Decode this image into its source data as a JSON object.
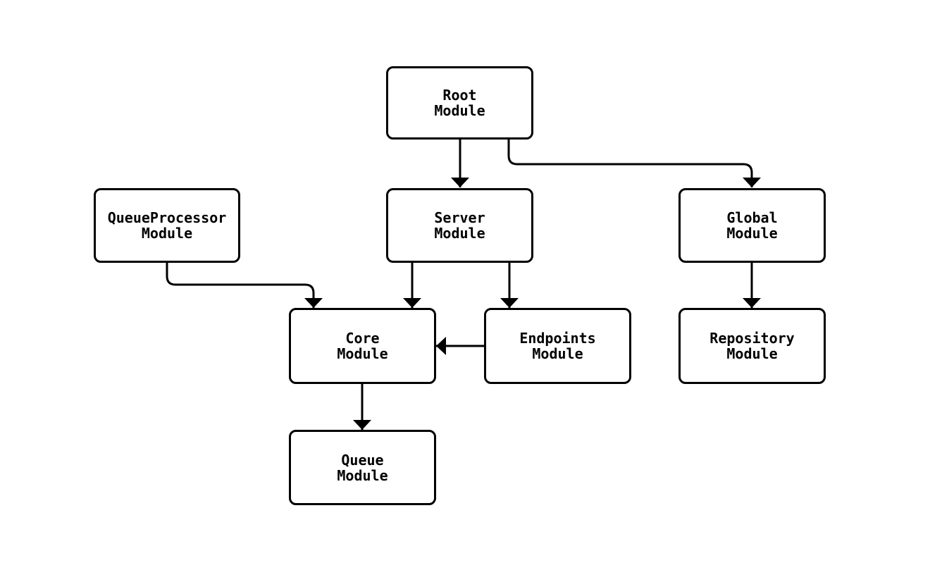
{
  "diagram": {
    "type": "flowchart",
    "background_color": "#ffffff",
    "node_fill_color": "#ffffff",
    "stroke_color": "#000000",
    "nodes": {
      "root": {
        "label": "Root\nModule"
      },
      "queueprocessor": {
        "label": "QueueProcessor\nModule"
      },
      "server": {
        "label": "Server\nModule"
      },
      "global": {
        "label": "Global\nModule"
      },
      "core": {
        "label": "Core\nModule"
      },
      "endpoints": {
        "label": "Endpoints\nModule"
      },
      "repository": {
        "label": "Repository\nModule"
      },
      "queue": {
        "label": "Queue\nModule"
      }
    },
    "edges": [
      {
        "from": "Root Module",
        "to": "Server Module"
      },
      {
        "from": "Root Module",
        "to": "Global Module"
      },
      {
        "from": "QueueProcessor Module",
        "to": "Core Module"
      },
      {
        "from": "Server Module",
        "to": "Core Module"
      },
      {
        "from": "Server Module",
        "to": "Endpoints Module"
      },
      {
        "from": "Endpoints Module",
        "to": "Core Module"
      },
      {
        "from": "Global Module",
        "to": "Repository Module"
      },
      {
        "from": "Core Module",
        "to": "Queue Module"
      }
    ]
  }
}
